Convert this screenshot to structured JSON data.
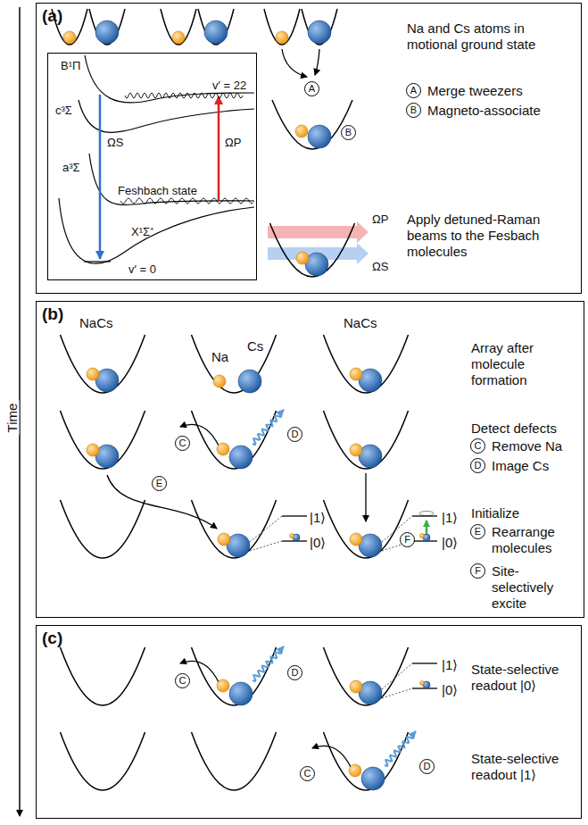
{
  "diagram": {
    "nodes": [
      {
        "text": [
          "(a)",
          "Na and Cs atoms in motional ground state",
          "Merge tweezers",
          "Magneto-associate",
          "Apply detuned-Raman beams to the Fesbach molecules",
          "ΩP",
          "ΩS"
        ]
      },
      {
        "text": [
          "B¹Π",
          "c³Σ",
          "v′ = 22",
          "ΩS",
          "ΩP",
          "Feshbach state",
          "a³Σ",
          "X¹Σ⁺",
          "v′ = 0"
        ],
        "in": 0
      },
      {
        "text": [
          "(b)",
          "NaCs",
          "Na",
          "Cs",
          "NaCs",
          "Array after molecule formation",
          "Detect defects",
          "Remove Na",
          "Image Cs",
          "Initialize",
          "Rearrange molecules",
          "Site-selectively excite",
          "|1⟩",
          "|0⟩",
          "|1⟩",
          "|0⟩"
        ]
      },
      {
        "text": [
          "(c)",
          "State-selective readout |0⟩",
          "|1⟩",
          "|0⟩",
          "State-selective readout |1⟩"
        ]
      }
    ],
    "labels": [
      "Time",
      "A",
      "B",
      "A",
      "B",
      "C",
      "D",
      "C",
      "D",
      "E",
      "F",
      "E",
      "F",
      "C",
      "D",
      "C",
      "D"
    ]
  }
}
